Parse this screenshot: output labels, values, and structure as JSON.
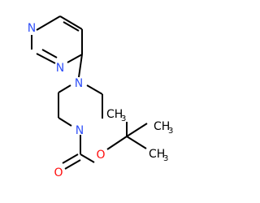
{
  "molecule": {
    "atoms": {
      "n_pyrimidine_1": "N",
      "n_pyrimidine_3": "N",
      "n_piperazine_1": "N",
      "n_piperazine_4": "N",
      "o_ester": "O",
      "o_carbonyl": "O",
      "ch3_top": "CH",
      "ch3_right": "CH",
      "ch3_bottom": "CH",
      "subscript_3": "3"
    },
    "colors": {
      "bond": "#000000",
      "nitrogen": "#3050F8",
      "oxygen": "#FF0D0D",
      "carbon": "#000000"
    }
  }
}
